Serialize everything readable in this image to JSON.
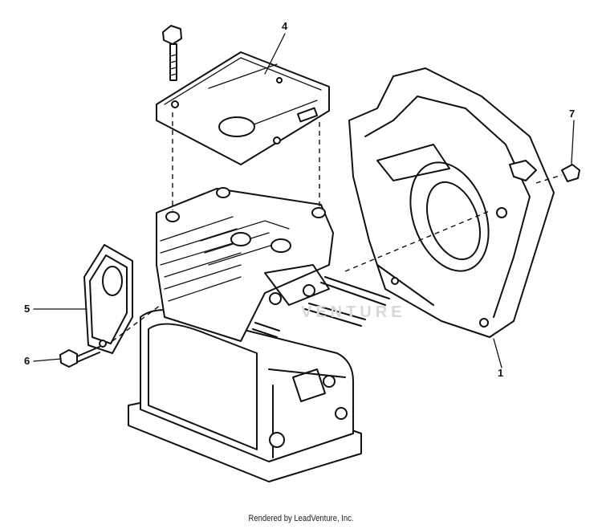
{
  "callouts": {
    "c1": "1",
    "c4": "4",
    "c5": "5",
    "c6": "6",
    "c7": "7"
  },
  "watermark": "VENTURE",
  "credit": "Rendered by LeadVenture, Inc."
}
